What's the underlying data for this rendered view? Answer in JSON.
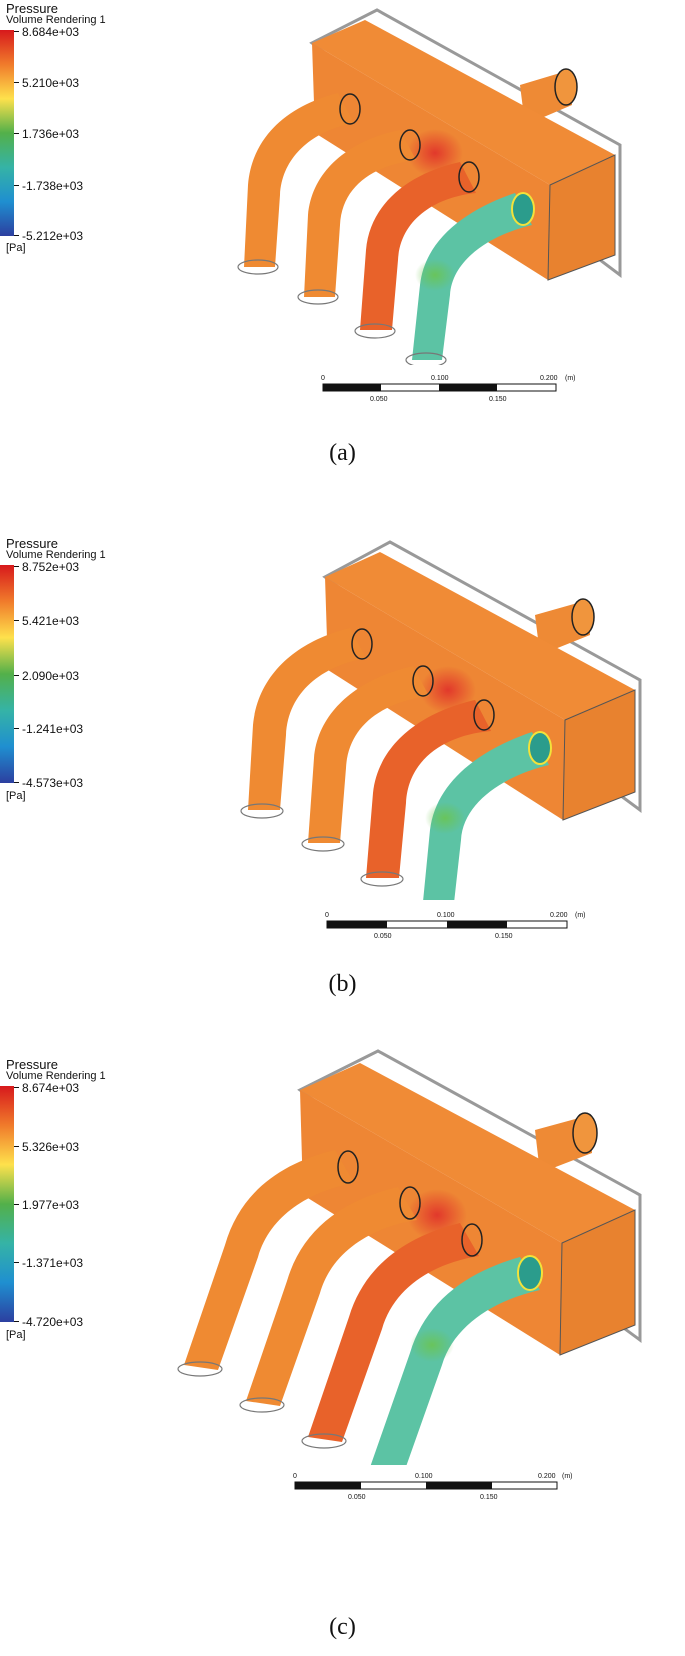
{
  "panels": [
    {
      "id": "a",
      "caption": "(a)",
      "legend": {
        "title": "Pressure",
        "subtitle": "Volume Rendering 1",
        "ticks": [
          "8.684e+03",
          "5.210e+03",
          "1.736e+03",
          "-1.738e+03",
          "-5.212e+03"
        ],
        "unit": "[Pa]"
      },
      "scale_bar": {
        "labels_top": [
          "0",
          "0.100",
          "0.200",
          "(m)"
        ],
        "labels_bottom": [
          "0.050",
          "0.150"
        ]
      }
    },
    {
      "id": "b",
      "caption": "(b)",
      "legend": {
        "title": "Pressure",
        "subtitle": "Volume Rendering 1",
        "ticks": [
          "8.752e+03",
          "5.421e+03",
          "2.090e+03",
          "-1.241e+03",
          "-4.573e+03"
        ],
        "unit": "[Pa]"
      },
      "scale_bar": {
        "labels_top": [
          "0",
          "0.100",
          "0.200",
          "(m)"
        ],
        "labels_bottom": [
          "0.050",
          "0.150"
        ]
      }
    },
    {
      "id": "c",
      "caption": "(c)",
      "legend": {
        "title": "Pressure",
        "subtitle": "Volume Rendering 1",
        "ticks": [
          "8.674e+03",
          "5.326e+03",
          "1.977e+03",
          "-1.371e+03",
          "-4.720e+03"
        ],
        "unit": "[Pa]"
      },
      "scale_bar": {
        "labels_top": [
          "0",
          "0.100",
          "0.200",
          "(m)"
        ],
        "labels_bottom": [
          "0.050",
          "0.150"
        ]
      }
    }
  ],
  "colors": {
    "box_orange": "#ee8a35",
    "box_side": "#e8822f",
    "pipe_orange": "#ef8a32",
    "pipe_redorange": "#e8622a",
    "pipe_teal": "#5cc3a4",
    "hot_red": "#e0302a",
    "outline": "#222222",
    "frame": "#999999"
  }
}
